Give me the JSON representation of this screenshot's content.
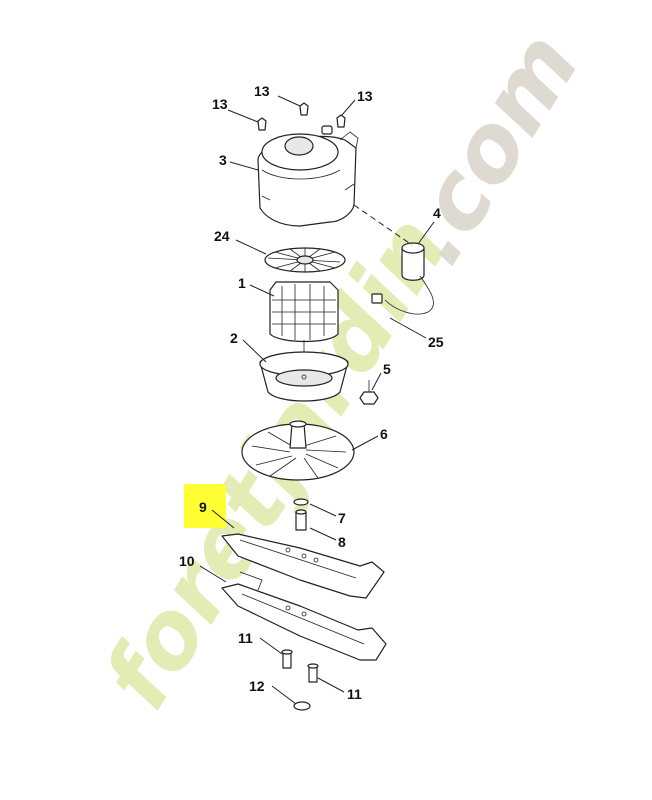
{
  "callouts": {
    "c13a": "13",
    "c13b": "13",
    "c13c": "13",
    "c3": "3",
    "c4": "4",
    "c24": "24",
    "c1": "1",
    "c25": "25",
    "c2": "2",
    "c5": "5",
    "c6": "6",
    "c9": "9",
    "c7": "7",
    "c8": "8",
    "c10": "10",
    "c11a": "11",
    "c11b": "11",
    "c12": "12"
  },
  "watermark": {
    "text_green": "foretjardin",
    "text_grey": ".com",
    "color_green": "#dfe9a8",
    "color_grey": "#d9d3c9"
  },
  "highlight": {
    "part": "9",
    "color": "#ffff33"
  }
}
